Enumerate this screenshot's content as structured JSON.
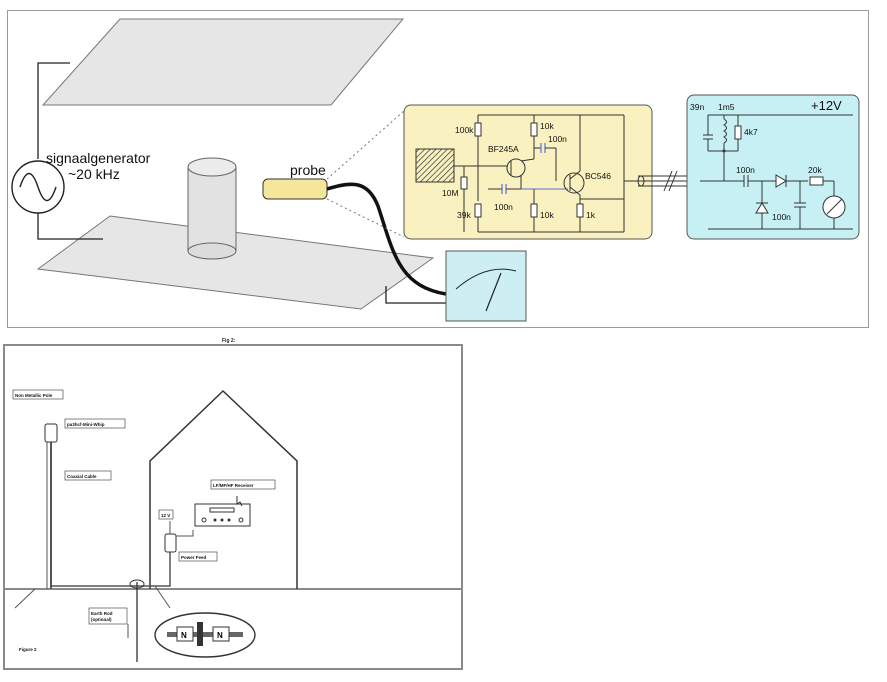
{
  "fig1": {
    "generator_label_line1": "signaalgenerator",
    "generator_label_line2": "~20 kHz",
    "probe_label": "probe",
    "supply_label": "+12V",
    "components": {
      "r100k": "100k",
      "r10k_top": "10k",
      "c100n_top": "100n",
      "fet": "BF245A",
      "bjt": "BC546",
      "r10M": "10M",
      "r39k": "39k",
      "c100n_mid": "100n",
      "r10k_bot": "10k",
      "r1k": "1k",
      "c39n": "39n",
      "l1m5": "1m5",
      "r4k7": "4k7",
      "c100n_right": "100n",
      "r20k": "20k",
      "c100n_low": "100n"
    }
  },
  "fig2": {
    "caption": "Fig 2:",
    "pole_label": "Non Metallic Pole",
    "whip_label": "pa3hcf-Mini-Whip",
    "coax_label": "Coaxial Cable",
    "receiver_label": "LF/MF/HF Receiver",
    "voltage_label": "12 V",
    "powerfeed_label": "Power Feed",
    "earth_label_line1": "Earth Rod",
    "earth_label_line2": "(optional)",
    "figure_label": "Figure 2"
  },
  "colors": {
    "amp_box": "#f9f2c0",
    "detector_box": "#c6f0f4",
    "meter_box": "#cdeff3",
    "plate": "#e6e6e6"
  }
}
